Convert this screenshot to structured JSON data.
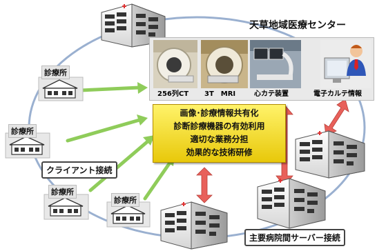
{
  "center_name": "天草地域医療センター",
  "equipment": [
    {
      "label": "256列CT",
      "photo_icon": "ct-scanner-photo"
    },
    {
      "label": "3T　MRI",
      "photo_icon": "mri-scanner-photo"
    },
    {
      "label": "心カテ装置",
      "photo_icon": "cardiac-catheter-photo"
    },
    {
      "label": "電子カルテ情報",
      "photo_icon": "ehr-computer-user-photo"
    }
  ],
  "goals": [
    "画像･診療情報共有化",
    "診断診療機器の有効利用",
    "適切な業務分担",
    "効果的な技術研修"
  ],
  "clinic_label": "診療所",
  "client_connection_label": "クライアント接続",
  "server_connection_label": "主要病院間サーバー接続",
  "colors": {
    "arrow_green": "#8fcc5a",
    "arrow_red": "#e8605a",
    "panel_yellow": "#f5df2a",
    "ring": "#9ab0d0"
  }
}
